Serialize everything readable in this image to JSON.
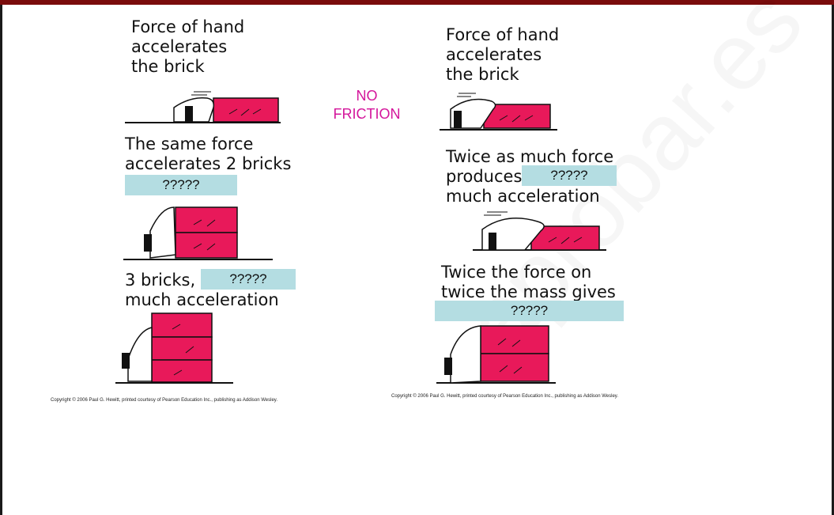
{
  "colors": {
    "brick": "#e8195a",
    "mask": "#b4dde2",
    "no_friction": "#d4159b",
    "top_bar": "#7a0c0c"
  },
  "left": {
    "caption1": "Force of hand\naccelerates\nthe brick",
    "caption2": "The same force\naccelerates 2 bricks",
    "mask2": "?????",
    "caption3": "3 bricks,\nmuch acceleration",
    "mask3": "?????",
    "copyright": "Copyright © 2006 Paul G. Hewitt, printed courtesy of Pearson Education Inc., publishing as Addison Wesley."
  },
  "center": {
    "no_friction": "NO\nFRICTION"
  },
  "right": {
    "caption1": "Force of hand\naccelerates\nthe brick",
    "caption2": "Twice as much force\nproduces\nmuch acceleration",
    "mask2": "?????",
    "caption3": "Twice the force on\ntwice the mass gives",
    "mask3": "?????",
    "copyright": "Copyright © 2006 Paul G. Hewitt, printed courtesy of Pearson Education Inc., publishing as Addison Wesley."
  },
  "watermark": "aprobar.es"
}
